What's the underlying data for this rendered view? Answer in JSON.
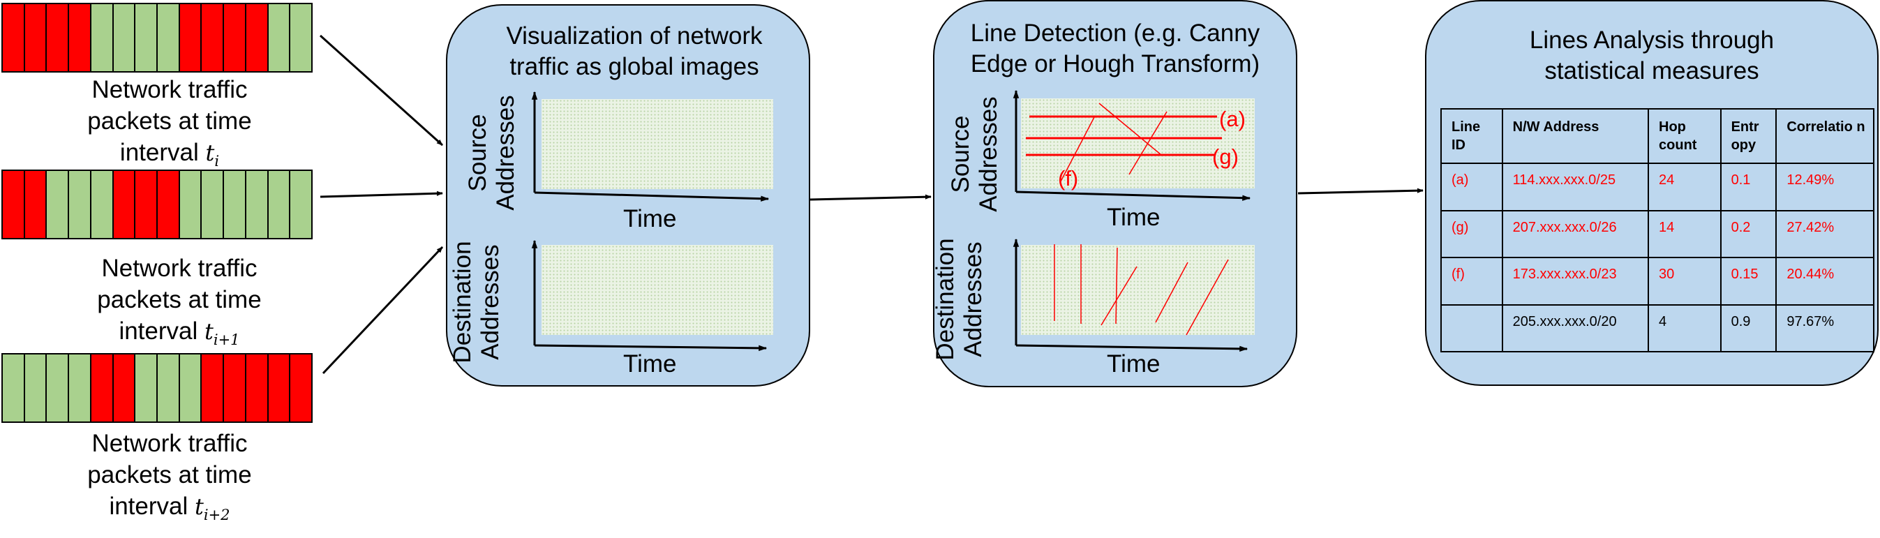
{
  "input": {
    "strips": [
      {
        "cells": [
          "red",
          "red",
          "red",
          "red",
          "green",
          "green",
          "green",
          "green",
          "red",
          "red",
          "red",
          "red",
          "green",
          "green"
        ],
        "caption_line1": "Network traffic",
        "caption_line2": "packets at time",
        "caption_line3": "interval",
        "var": "t",
        "sub": "i"
      },
      {
        "cells": [
          "red",
          "red",
          "green",
          "green",
          "green",
          "red",
          "red",
          "red",
          "green",
          "green",
          "green",
          "green",
          "green",
          "green"
        ],
        "caption_line1": "Network traffic",
        "caption_line2": "packets at time",
        "caption_line3": "interval",
        "var": "t",
        "sub": "i+1"
      },
      {
        "cells": [
          "green",
          "green",
          "green",
          "green",
          "red",
          "red",
          "green",
          "green",
          "green",
          "red",
          "red",
          "red",
          "red",
          "red"
        ],
        "caption_line1": "Network traffic",
        "caption_line2": "packets at time",
        "caption_line3": "interval",
        "var": "t",
        "sub": "i+2"
      }
    ]
  },
  "stage1": {
    "title_line1": "Visualization of network",
    "title_line2": "traffic as global images",
    "top_ylabel_1": "Source",
    "top_ylabel_2": "Addresses",
    "bottom_ylabel_1": "Destination",
    "bottom_ylabel_2": "Addresses",
    "xlabel_top": "Time",
    "xlabel_bottom": "Time"
  },
  "stage2": {
    "title_line1": "Line Detection (e.g. Canny",
    "title_line2": "Edge or Hough Transform)",
    "top_ylabel_1": "Source",
    "top_ylabel_2": "Addresses",
    "bottom_ylabel_1": "Destination",
    "bottom_ylabel_2": "Addresses",
    "xlabel_top": "Time",
    "xlabel_bottom": "Time",
    "line_labels": {
      "a": "(a)",
      "g": "(g)",
      "f": "(f)"
    }
  },
  "stage3": {
    "title_line1": "Lines Analysis through",
    "title_line2": "statistical measures",
    "table": {
      "headers": [
        "Line ID",
        "N/W Address",
        "Hop count",
        "Entr opy",
        "Correlatio n"
      ],
      "rows": [
        [
          "(a)",
          "114.xxx.xxx.0/25",
          "24",
          "0.1",
          "12.49%"
        ],
        [
          "(g)",
          "207.xxx.xxx.0/26",
          "14",
          "0.2",
          "27.42%"
        ],
        [
          "(f)",
          "173.xxx.xxx.0/23",
          "30",
          "0.15",
          "20.44%"
        ],
        [
          "",
          "205.xxx.xxx.0/20",
          "4",
          "0.9",
          "97.67%"
        ]
      ]
    }
  },
  "colors": {
    "packet_red": "#ff0000",
    "packet_green": "#a9d18e",
    "stage_fill": "#bdd7ee",
    "detected_line": "#ff0000"
  }
}
